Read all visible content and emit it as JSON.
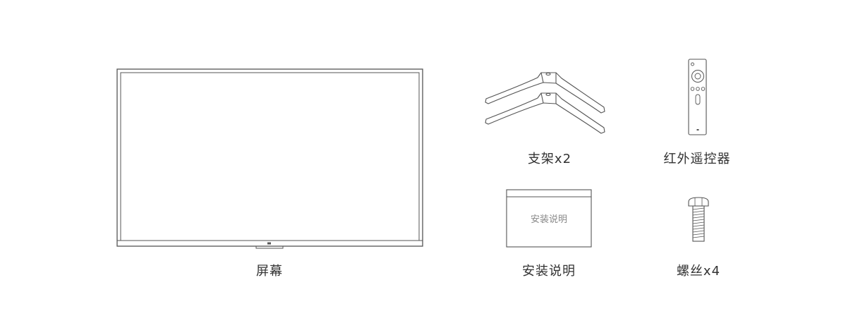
{
  "items": {
    "screen": {
      "label": "屏幕"
    },
    "stand": {
      "label": "支架x2"
    },
    "remote": {
      "label": "红外遥控器"
    },
    "manual": {
      "label": "安装说明",
      "cover_text": "安装说明"
    },
    "screws": {
      "label": "螺丝x4"
    }
  },
  "colors": {
    "line": "#555555",
    "text": "#333333"
  }
}
